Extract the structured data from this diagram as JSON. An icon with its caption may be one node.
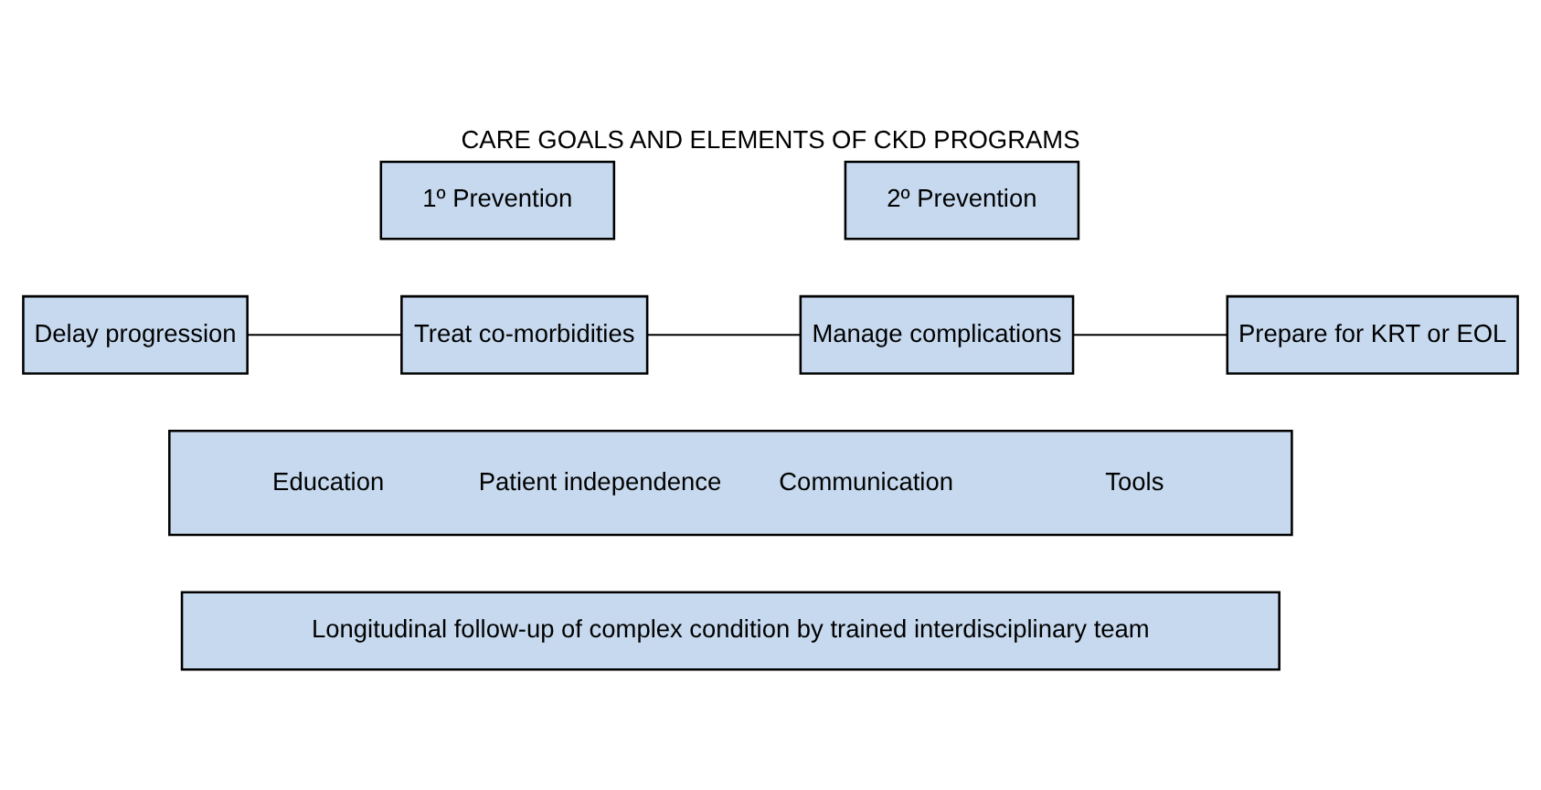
{
  "diagram": {
    "title": "CARE GOALS AND ELEMENTS OF CKD PROGRAMS",
    "nodes": [
      {
        "text": [
          "1º Prevention"
        ]
      },
      {
        "text": [
          "2º Prevention"
        ]
      },
      {
        "text": [
          "Delay progression"
        ]
      },
      {
        "text": [
          "Treat co-morbidities"
        ]
      },
      {
        "text": [
          "Manage complications"
        ]
      },
      {
        "text": [
          "Prepare for KRT or EOL"
        ]
      },
      {
        "text": [
          "Education",
          "Patient independence",
          "Communication",
          "Tools"
        ]
      },
      {
        "text": [
          "Longitudinal follow-up of complex condition by trained interdisciplinary team"
        ]
      }
    ],
    "edges": [
      {
        "from": 2,
        "to": 3,
        "arrow": "none"
      },
      {
        "from": 3,
        "to": 4,
        "arrow": "none"
      },
      {
        "from": 4,
        "to": 5,
        "arrow": "none"
      }
    ]
  }
}
